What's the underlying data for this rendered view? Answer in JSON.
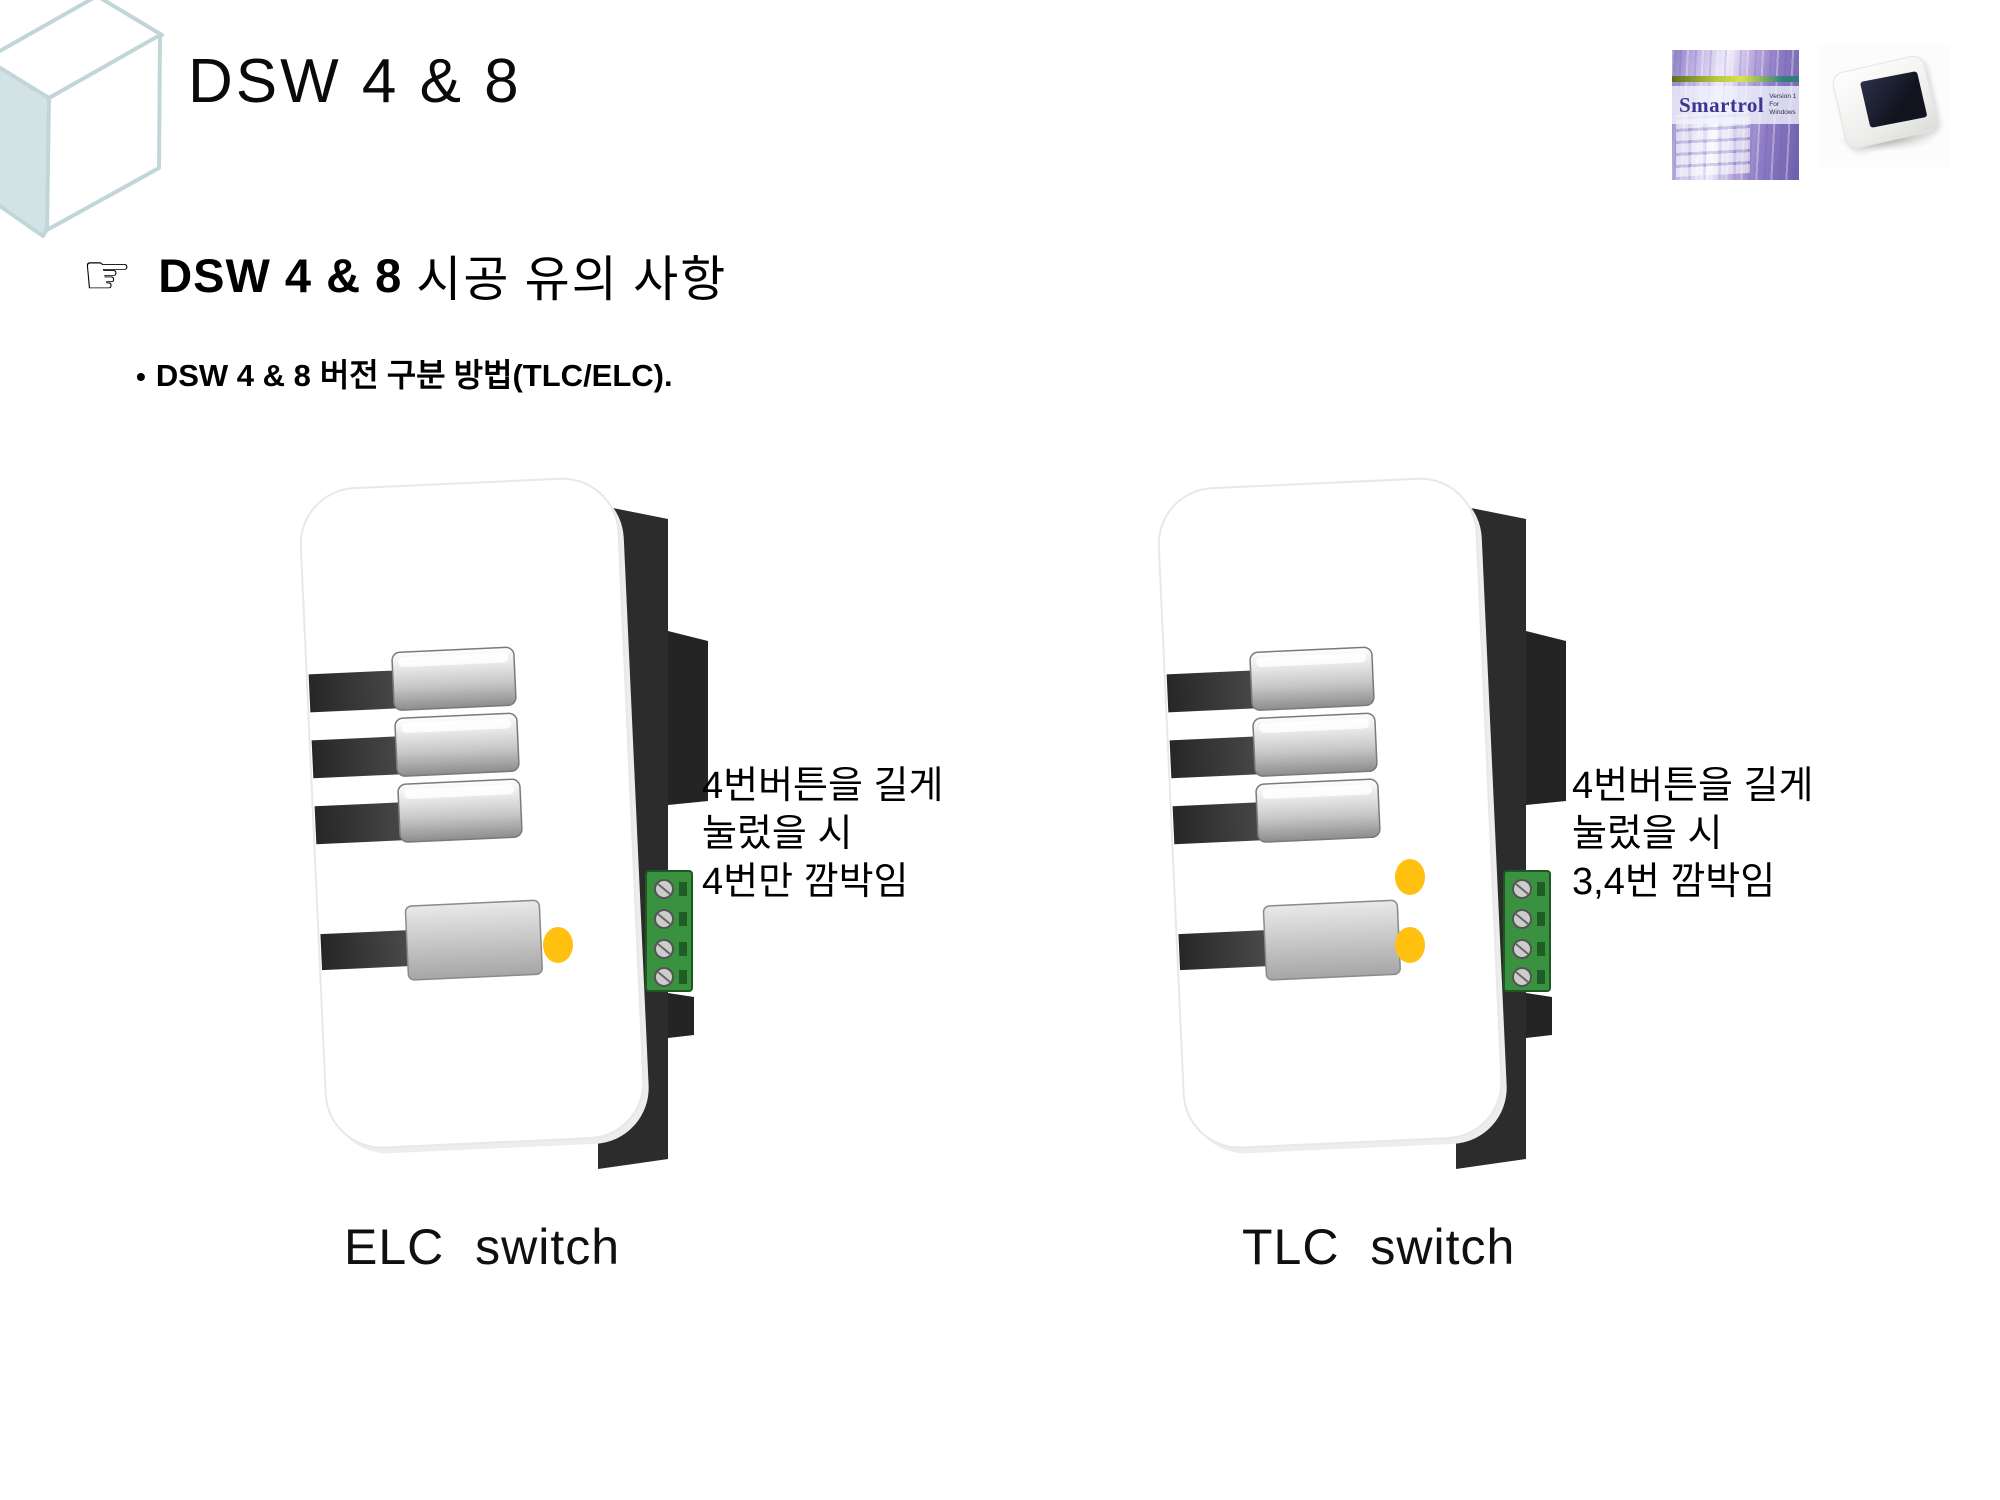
{
  "slide": {
    "title": "DSW 4 & 8",
    "heading": {
      "pointer_icon": "☞",
      "product": "DSW 4 & 8",
      "korean": "시공 유의 사항"
    },
    "bullet": {
      "marker": "•",
      "product": "DSW 4 & 8",
      "korean": "버전 구분 방법",
      "suffix": "(TLC/ELC)."
    }
  },
  "logos": {
    "smartrol": {
      "title": "Smartrol",
      "version": "Version 1",
      "platform": "For Windows"
    }
  },
  "figures": {
    "left": {
      "label": "ELC switch",
      "annotation": [
        "4번버튼을 길게",
        "눌렀을 시",
        "4번만 깜박임"
      ],
      "indicator_dots": 1
    },
    "right": {
      "label": "TLC switch",
      "annotation": [
        "4번버튼을 길게",
        "눌렀을 시",
        "3,4번 깜박임"
      ],
      "indicator_dots": 2
    }
  },
  "colors": {
    "indicator_dot": "#ffc010",
    "cube_line": "#c2d6da",
    "housing_dark": "#2c2c2c",
    "terminal_green": "#3a9140"
  }
}
